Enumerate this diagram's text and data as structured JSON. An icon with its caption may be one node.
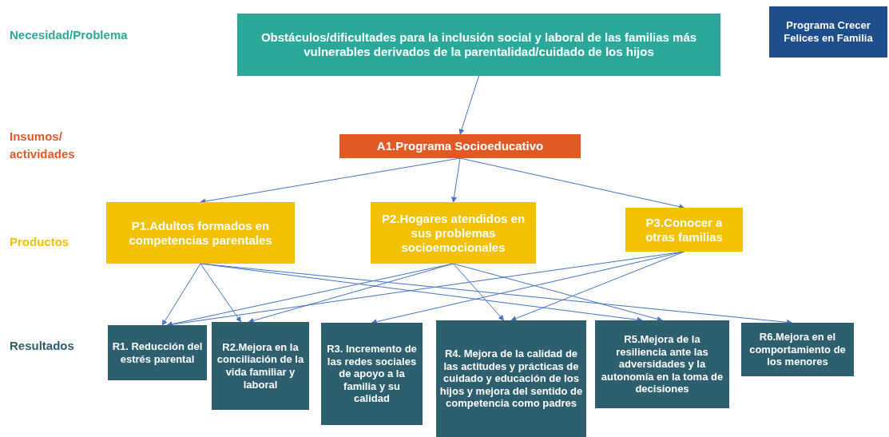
{
  "diagram": {
    "nodes": [
      {
        "text": [
          "Obstáculos/dificultades para la inclusión social y laboral de las familias más vulnerables derivados de la parentalidad/cuidado de los hijos"
        ]
      },
      {
        "text": [
          "Programa Crecer Felices en Familia"
        ]
      },
      {
        "text": [
          "A1.Programa Socioeducativo"
        ]
      },
      {
        "text": [
          "P1.Adultos formados en competencias parentales"
        ]
      },
      {
        "text": [
          "P2.Hogares atendidos en sus problemas socioemocionales"
        ]
      },
      {
        "text": [
          "P3.Conocer a otras familias"
        ]
      },
      {
        "text": [
          "R1. Reducción del estrés parental"
        ]
      },
      {
        "text": [
          "R2.Mejora en la conciliación de la vida familiar y laboral"
        ]
      },
      {
        "text": [
          "R3. Incremento de las redes sociales de apoyo a la familia y su calidad"
        ]
      },
      {
        "text": [
          "R4. Mejora de la calidad de las actitudes y prácticas de cuidado y educación de los hijos y mejora del sentido de competencia como padres"
        ]
      },
      {
        "text": [
          "R5.Mejora de la resiliencia ante las adversidades y la autonomía en la toma de decisiones"
        ]
      },
      {
        "text": [
          "R6.Mejora en el comportamiento de los menores"
        ]
      }
    ],
    "edges": [
      {
        "from": 0,
        "to": 2,
        "arrow": "to"
      },
      {
        "from": 2,
        "to": 3,
        "arrow": "to"
      },
      {
        "from": 2,
        "to": 4,
        "arrow": "to"
      },
      {
        "from": 2,
        "to": 5,
        "arrow": "to"
      },
      {
        "from": 3,
        "to": 6,
        "arrow": "to"
      },
      {
        "from": 3,
        "to": 7,
        "arrow": "to"
      },
      {
        "from": 3,
        "to": 10,
        "arrow": "to"
      },
      {
        "from": 3,
        "to": 11,
        "arrow": "to"
      },
      {
        "from": 4,
        "to": 6,
        "arrow": "to"
      },
      {
        "from": 4,
        "to": 7,
        "arrow": "to"
      },
      {
        "from": 4,
        "to": 9,
        "arrow": "to"
      },
      {
        "from": 4,
        "to": 10,
        "arrow": "to"
      },
      {
        "from": 5,
        "to": 6,
        "arrow": "to"
      },
      {
        "from": 5,
        "to": 8,
        "arrow": "to"
      },
      {
        "from": 5,
        "to": 9,
        "arrow": "to"
      }
    ],
    "labels": [
      "Necesidad/Problema",
      "Insumos/ actividades",
      "Productos",
      "Resultados"
    ]
  }
}
